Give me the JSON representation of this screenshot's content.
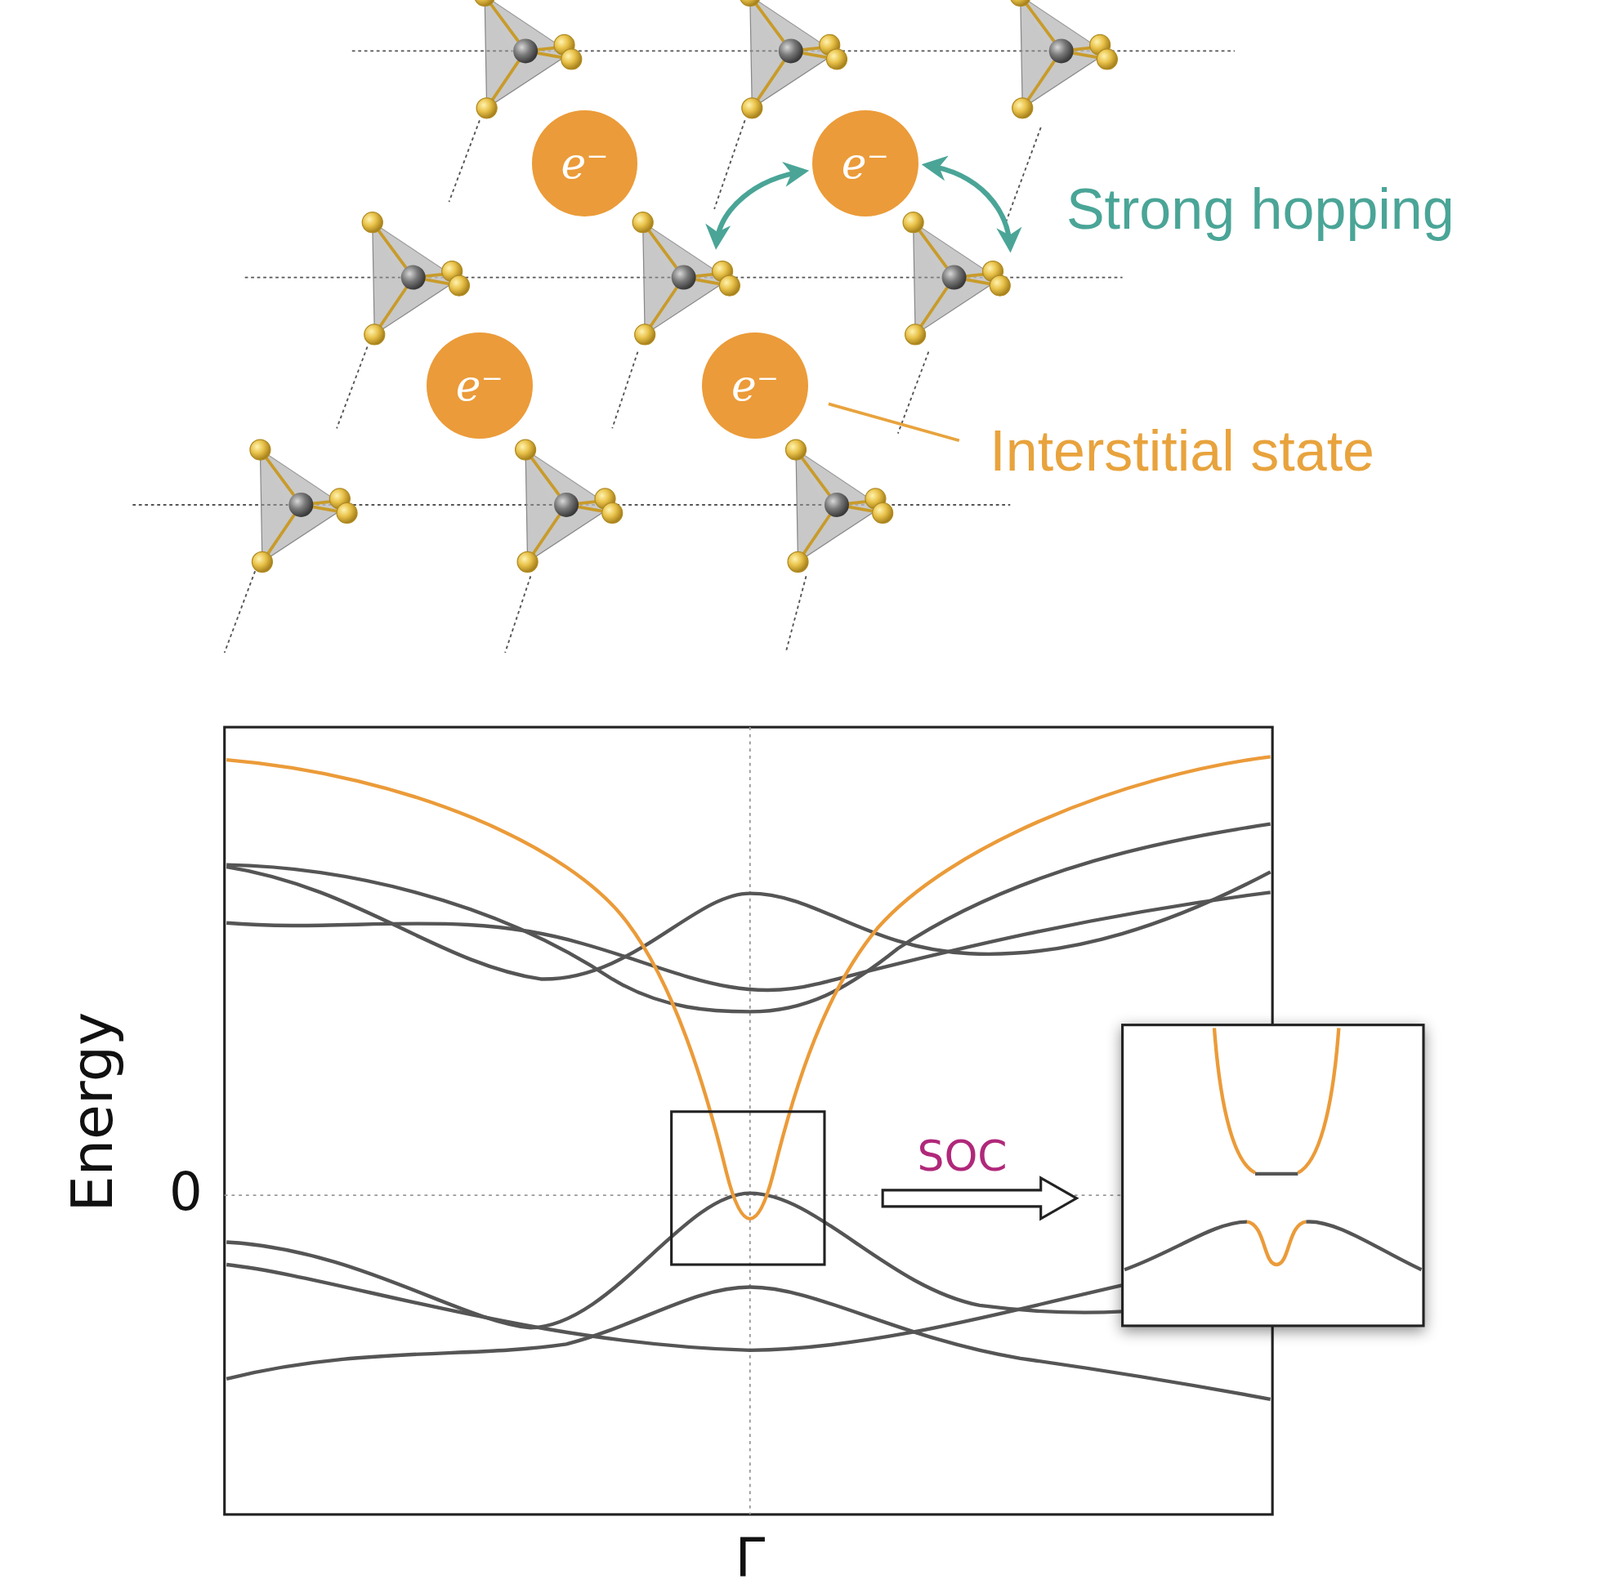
{
  "diagram": {
    "nodes": [
      {
        "text": [
          "e⁻"
        ]
      },
      {
        "text": [
          "e⁻"
        ]
      },
      {
        "text": [
          "e⁻"
        ]
      },
      {
        "text": [
          "e⁻"
        ]
      }
    ],
    "labels": [
      "Strong hopping",
      "Interstitial state",
      "Energy",
      "0",
      "SOC",
      "Γ"
    ]
  }
}
